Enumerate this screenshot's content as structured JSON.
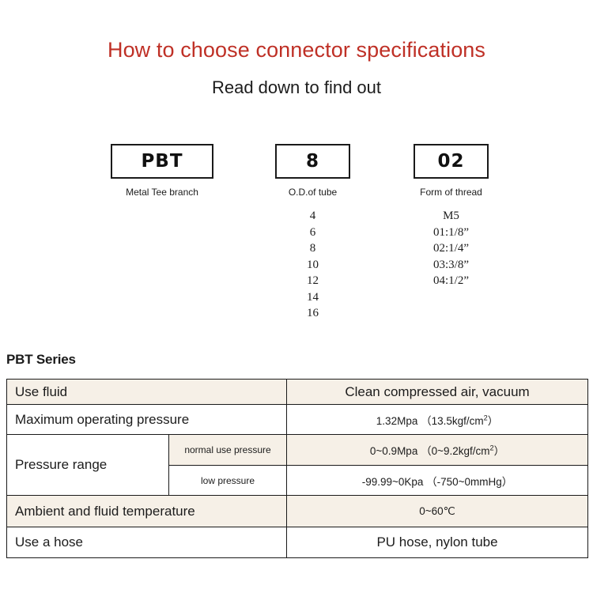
{
  "header": {
    "title": "How to choose connector specifications",
    "subtitle": "Read down to find out",
    "title_color": "#bf3026"
  },
  "code_breakdown": {
    "segments": [
      {
        "code": "PBT",
        "caption": "Metal Tee branch",
        "options": []
      },
      {
        "code": "8",
        "caption": "O.D.of tube",
        "options": [
          "4",
          "6",
          "8",
          "10",
          "12",
          "14",
          "16"
        ]
      },
      {
        "code": "02",
        "caption": "Form of thread",
        "options": [
          "M5",
          "01:1/8”",
          "02:1/4”",
          "03:3/8”",
          "04:1/2”"
        ]
      }
    ]
  },
  "spec": {
    "series_title": "PBT Series",
    "rows": [
      {
        "label": "Use fluid",
        "sublabel": null,
        "value": "Clean compressed air, vacuum",
        "value_size": "big",
        "shaded": true
      },
      {
        "label": "Maximum operating pressure",
        "sublabel": null,
        "value": "1.32Mpa （13.5kgf/cm²）",
        "value_size": "small",
        "shaded": false
      },
      {
        "label": "Pressure range",
        "sublabel": "normal use pressure",
        "value": "0~0.9Mpa （0~9.2kgf/cm²）",
        "value_size": "small",
        "shaded": true
      },
      {
        "label": "",
        "sublabel": "low pressure",
        "value": "-99.99~0Kpa （-750~0mmHg）",
        "value_size": "small",
        "shaded": false
      },
      {
        "label": "Ambient and fluid temperature",
        "sublabel": null,
        "value": "0~60℃",
        "value_size": "small",
        "shaded": true
      },
      {
        "label": "Use a hose",
        "sublabel": null,
        "value": "PU hose, nylon tube",
        "value_size": "big",
        "shaded": false
      }
    ]
  },
  "colors": {
    "shaded_cell": "#f6f0e7",
    "border": "#1a1a1a",
    "text": "#1c1c1c"
  }
}
